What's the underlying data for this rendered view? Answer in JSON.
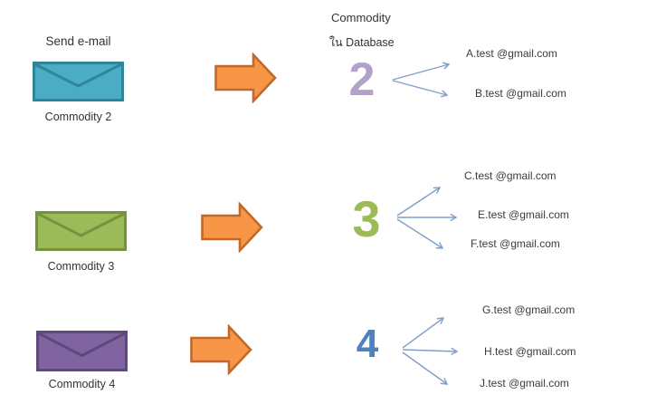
{
  "titles": {
    "send_email": "Send e-mail",
    "db_line1": "Commodity",
    "db_line2": "ใน Database"
  },
  "colors": {
    "flow_arrow_fill": "#F79646",
    "flow_arrow_border": "#C0692B",
    "connector": "#7E9FCC",
    "text": "#3B3B3B"
  },
  "rows": [
    {
      "label": "Commodity 2",
      "envelope_fill": "#4BACC6",
      "envelope_border": "#31859B",
      "count": "2",
      "count_color": "#B3A2C7",
      "emails": [
        "A.test @gmail.com",
        "B.test @gmail.com"
      ]
    },
    {
      "label": "Commodity 3",
      "envelope_fill": "#9BBB59",
      "envelope_border": "#76923C",
      "count": "3",
      "count_color": "#9BBB59",
      "emails": [
        "C.test @gmail.com",
        "E.test @gmail.com",
        "F.test @gmail.com"
      ]
    },
    {
      "label": "Commodity 4",
      "envelope_fill": "#8064A2",
      "envelope_border": "#5F497A",
      "count": "4",
      "count_color": "#4F81BD",
      "emails": [
        "G.test @gmail.com",
        "H.test @gmail.com",
        "J.test @gmail.com"
      ]
    }
  ]
}
